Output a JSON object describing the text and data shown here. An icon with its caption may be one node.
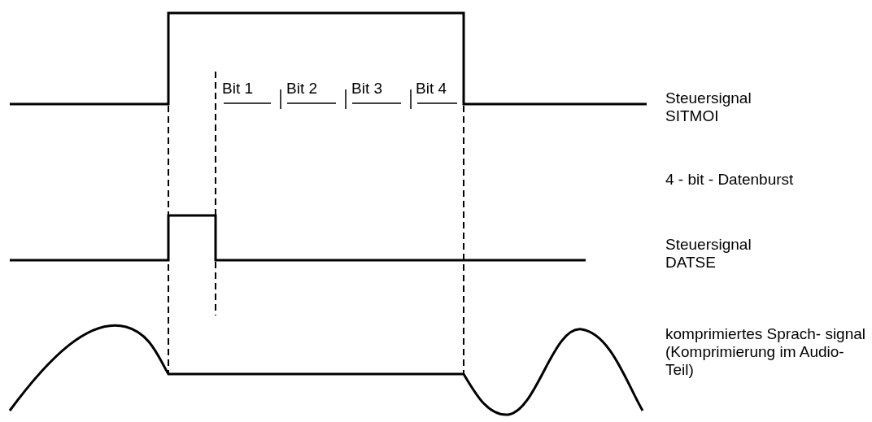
{
  "diagram": {
    "labels": [
      "Steuersignal SITMOI",
      "Bit 1",
      "Bit 2",
      "Bit 3",
      "Bit 4",
      "4 - bit - Datenburst",
      "Steuersignal DATSE",
      "komprimiertes Sprach- signal (Komprimierung im Audio-Teil)"
    ]
  }
}
